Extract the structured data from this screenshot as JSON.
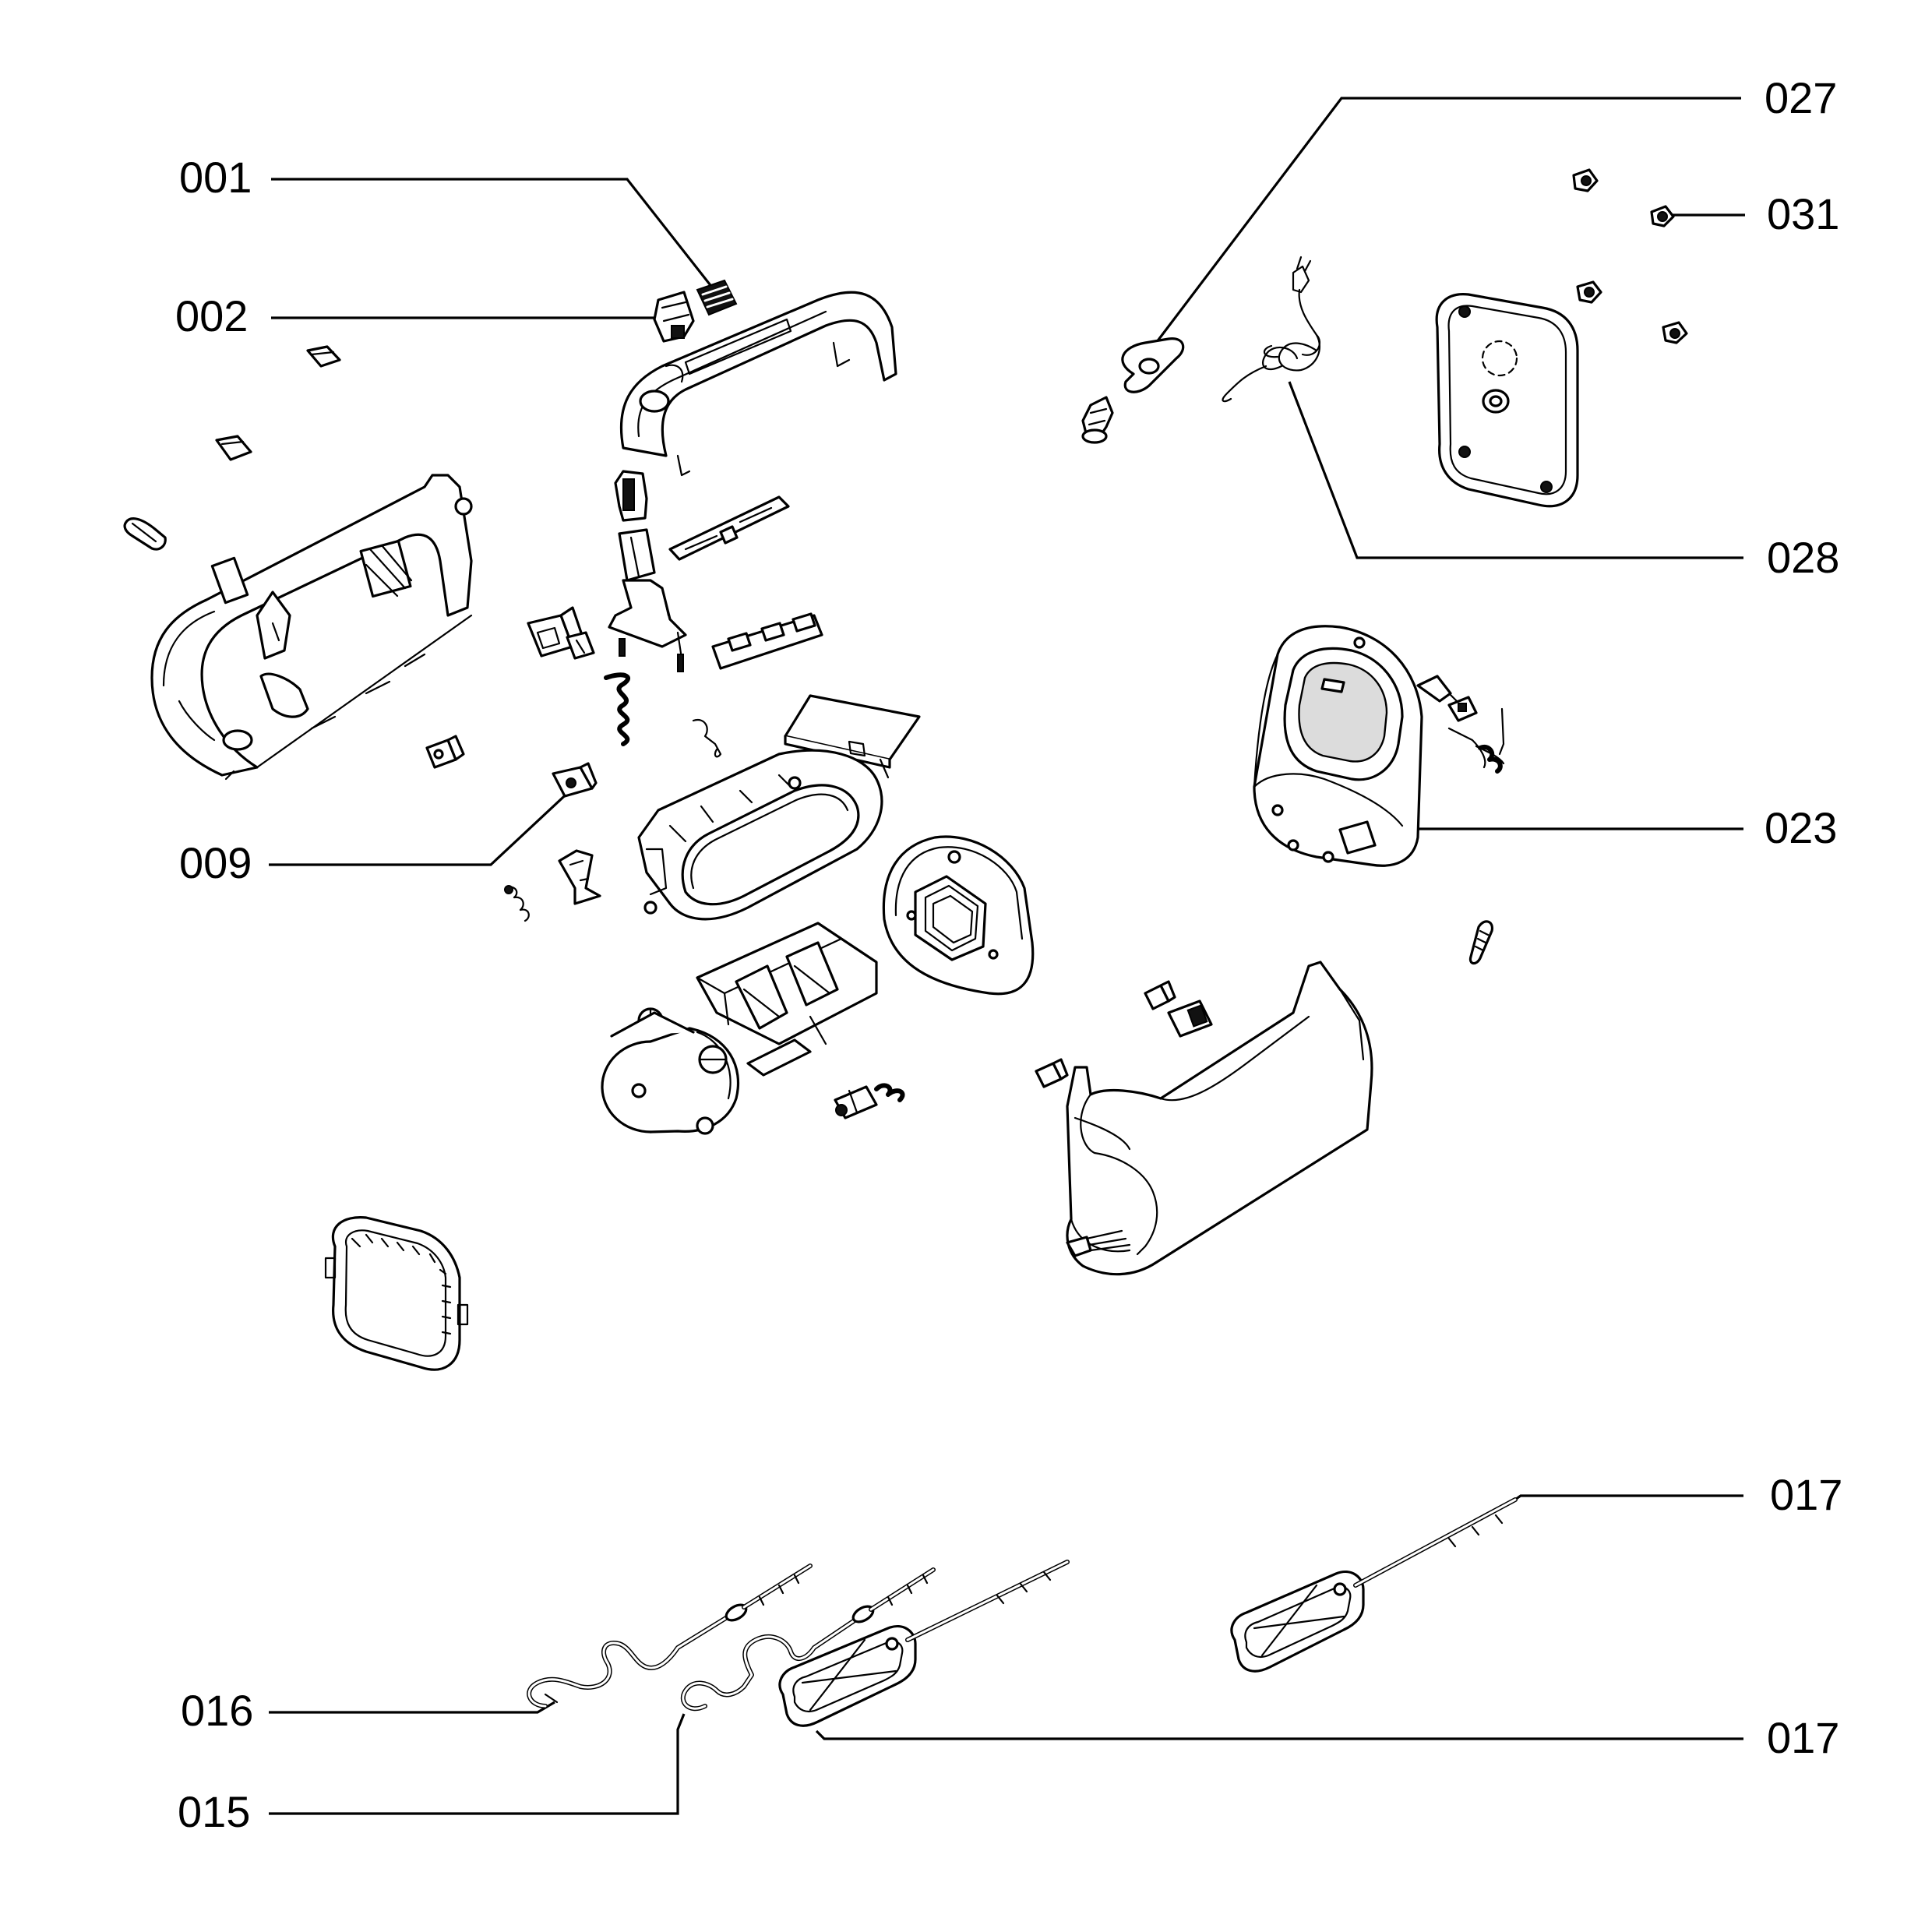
{
  "callouts": [
    {
      "id": "c-001",
      "text": "001"
    },
    {
      "id": "c-002",
      "text": "002"
    },
    {
      "id": "c-009",
      "text": "009"
    },
    {
      "id": "c-016",
      "text": "016"
    },
    {
      "id": "c-015",
      "text": "015"
    },
    {
      "id": "c-027",
      "text": "027"
    },
    {
      "id": "c-031",
      "text": "031"
    },
    {
      "id": "c-028",
      "text": "028"
    },
    {
      "id": "c-023",
      "text": "023"
    },
    {
      "id": "c-017a",
      "text": "017"
    },
    {
      "id": "c-017b",
      "text": "017"
    }
  ]
}
